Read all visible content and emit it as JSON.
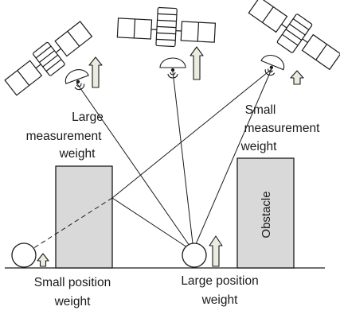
{
  "labels": {
    "large_measurement_weight": [
      "Large",
      "measurement",
      "weight"
    ],
    "small_measurement_weight": [
      "Small",
      "measurement",
      "weight"
    ],
    "small_position_weight": [
      "Small position",
      "weight"
    ],
    "large_position_weight": [
      "Large position",
      "weight"
    ],
    "obstacle": "Obstacle"
  },
  "colors": {
    "line": "#1a1a1a",
    "building_fill": "#d9d9d9",
    "arrow_fill": "#e9ecdf",
    "panel_fill": "#ffffff"
  }
}
